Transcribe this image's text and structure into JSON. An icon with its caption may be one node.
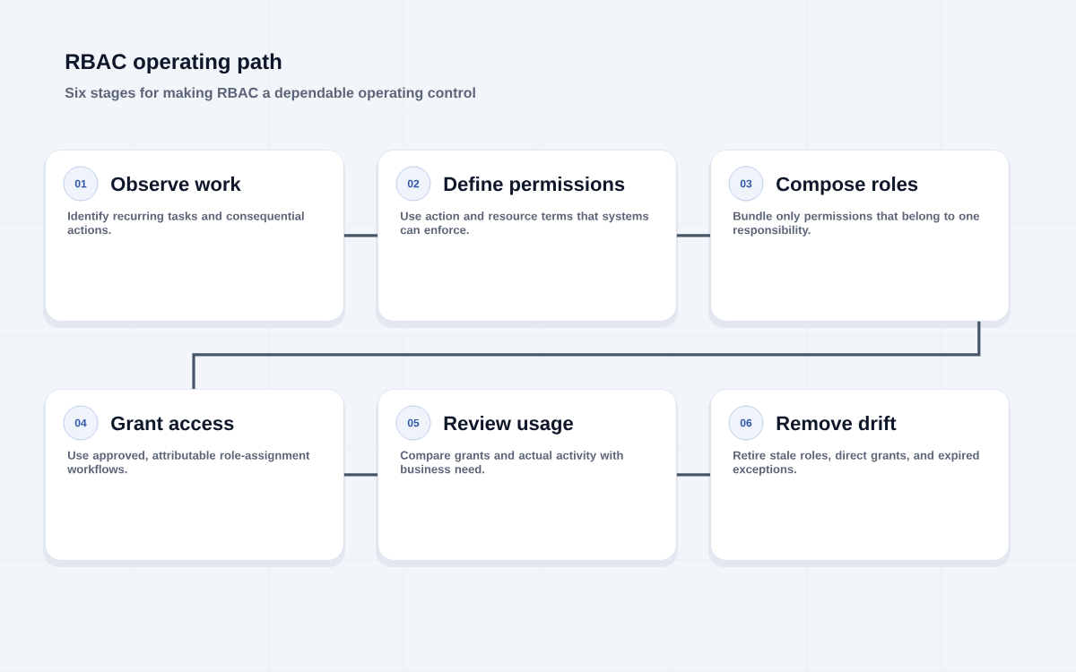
{
  "diagram": {
    "title": "RBAC operating path",
    "caption": "Six stages for making RBAC a dependable operating control",
    "nodes": [
      {
        "text": [
          "01",
          "Observe work",
          "Identify recurring tasks and consequential actions."
        ]
      },
      {
        "text": [
          "02",
          "Define permissions",
          "Use action and resource terms that systems can enforce."
        ]
      },
      {
        "text": [
          "03",
          "Compose roles",
          "Bundle only permissions that belong to one responsibility."
        ]
      },
      {
        "text": [
          "04",
          "Grant access",
          "Use approved, attributable role-assignment workflows."
        ]
      },
      {
        "text": [
          "05",
          "Review usage",
          "Compare grants and actual activity with business need."
        ]
      },
      {
        "text": [
          "06",
          "Remove drift",
          "Retire stale roles, direct grants, and expired exceptions."
        ]
      }
    ],
    "edges": [
      {
        "from": 0,
        "to": 1,
        "arrow": "none"
      },
      {
        "from": 1,
        "to": 2,
        "arrow": "none"
      },
      {
        "from": 2,
        "to": 3,
        "arrow": "none"
      },
      {
        "from": 3,
        "to": 4,
        "arrow": "none"
      },
      {
        "from": 4,
        "to": 5,
        "arrow": "none"
      }
    ]
  }
}
